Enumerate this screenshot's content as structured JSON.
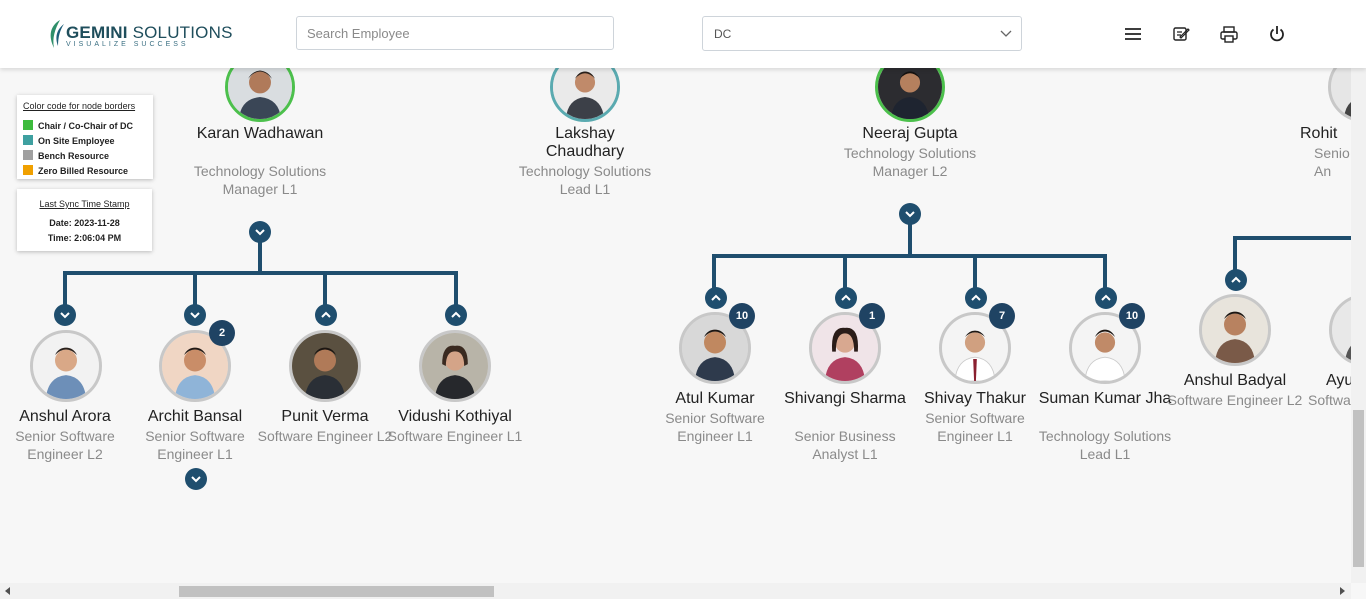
{
  "header": {
    "logo_name_bold": "GEMINI",
    "logo_name_rest": " SOLUTIONS",
    "logo_tagline": "VISUALIZE SUCCESS",
    "search_placeholder": "Search Employee",
    "department_select": "DC",
    "icons": [
      "menu-icon",
      "edit-icon",
      "print-icon",
      "power-icon"
    ]
  },
  "legend": {
    "title": "Color code for node borders",
    "items": [
      {
        "label": "Chair / Co-Chair of DC",
        "color": "#3dbb3d"
      },
      {
        "label": "On Site Employee",
        "color": "#3ea0a0"
      },
      {
        "label": "Bench Resource",
        "color": "#a0a0a0"
      },
      {
        "label": "Zero Billed Resource",
        "color": "#f0a000"
      }
    ]
  },
  "sync": {
    "title": "Last Sync Time Stamp",
    "date": "Date: 2023-11-28",
    "time": "Time: 2:06:04 PM"
  },
  "nodes": {
    "karan": {
      "name": "Karan Wadhawan",
      "role": "Technology Solutions Manager L1"
    },
    "lakshay": {
      "name": "Lakshay Chaudhary",
      "role": "Technology Solutions Lead L1"
    },
    "neeraj": {
      "name": "Neeraj Gupta",
      "role": "Technology Solutions Manager L2"
    },
    "rohit": {
      "name": "Rohit",
      "role": "Senio An"
    },
    "anshul_arora": {
      "name": "Anshul Arora",
      "role": "Senior Software Engineer L2"
    },
    "archit": {
      "name": "Archit Bansal",
      "role": "Senior Software Engineer L1",
      "badge": "2"
    },
    "punit": {
      "name": "Punit Verma",
      "role": "Software Engineer L2"
    },
    "vidushi": {
      "name": "Vidushi Kothiyal",
      "role": "Software Engineer L1"
    },
    "atul": {
      "name": "Atul Kumar",
      "role": "Senior Software Engineer L1",
      "badge": "10"
    },
    "shivangi": {
      "name": "Shivangi Sharma",
      "role": "Senior Business Analyst L1",
      "badge": "1"
    },
    "shivay": {
      "name": "Shivay Thakur",
      "role": "Senior Software Engineer L1",
      "badge": "7"
    },
    "suman": {
      "name": "Suman Kumar Jha",
      "role": "Technology Solutions Lead L1",
      "badge": "10"
    },
    "anshul_badyal": {
      "name": "Anshul Badyal",
      "role": "Software Engineer L2"
    },
    "ayu": {
      "name": "Ayu",
      "role": "Softwa"
    }
  }
}
